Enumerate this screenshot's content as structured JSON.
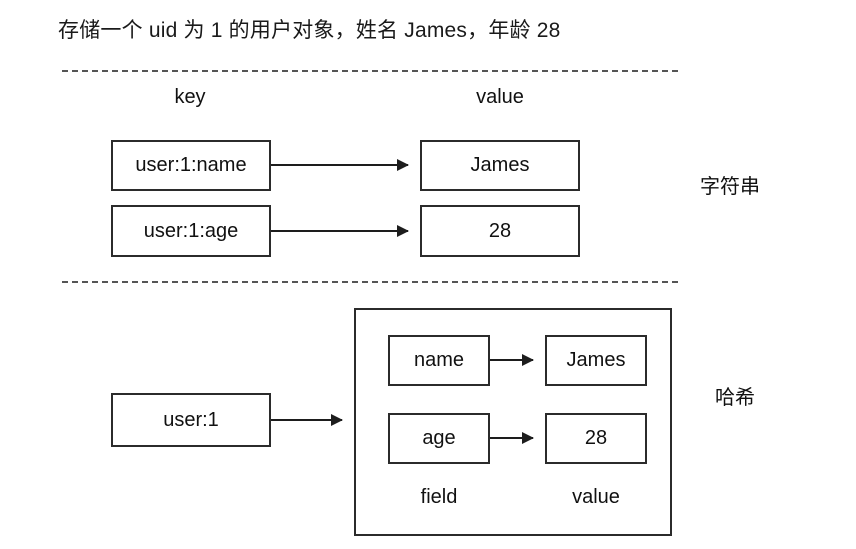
{
  "diagram": {
    "title": "存储一个 uid 为 1 的用户对象，姓名 James，年龄 28",
    "headers": {
      "key": "key",
      "value": "value"
    },
    "string_section": {
      "type_label": "字符串",
      "rows": [
        {
          "key": "user:1:name",
          "value": "James"
        },
        {
          "key": "user:1:age",
          "value": "28"
        }
      ]
    },
    "hash_section": {
      "type_label": "哈希",
      "hash_key": "user:1",
      "sub_headers": {
        "field": "field",
        "value": "value"
      },
      "entries": [
        {
          "field": "name",
          "value": "James"
        },
        {
          "field": "age",
          "value": "28"
        }
      ]
    },
    "colors": {
      "background": "#ffffff",
      "stroke": "#2b2b2b",
      "text": "#111111",
      "divider": "#555555"
    }
  }
}
